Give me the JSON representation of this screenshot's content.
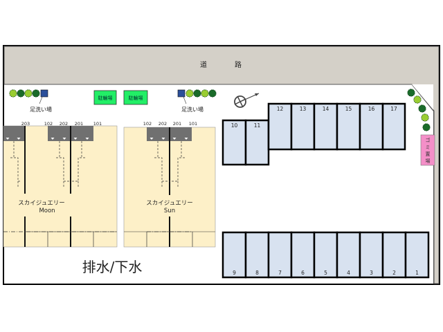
{
  "road": {
    "label_left": "道",
    "label_right": "路"
  },
  "bicycle_parking": [
    {
      "label": "駐輪場"
    },
    {
      "label": "駐輪場"
    }
  ],
  "foot_wash": [
    {
      "label": "足洗い場"
    },
    {
      "label": "足洗い場"
    }
  ],
  "buildings": [
    {
      "name_jp": "スカイジュエリー",
      "name_en": "Moon",
      "unit_labels": [
        "203",
        "102",
        "202",
        "201",
        "101"
      ]
    },
    {
      "name_jp": "スカイジュエリー",
      "name_en": "Sun",
      "unit_labels": [
        "102",
        "202",
        "201",
        "101"
      ]
    }
  ],
  "parking_top": [
    "10",
    "11",
    "12",
    "13",
    "14",
    "15",
    "16",
    "17"
  ],
  "parking_bottom": [
    "9",
    "8",
    "7",
    "6",
    "5",
    "4",
    "3",
    "2",
    "1"
  ],
  "garbage": {
    "label_chars": [
      "ゴ",
      "ミ",
      "置",
      "場"
    ]
  },
  "drainage_label": "排水/下水",
  "compass": {
    "icon": "north-arrow-compass"
  },
  "colors": {
    "road": "#d4d0c8",
    "building": "#fdf0c8",
    "parking": "#d8e2f0",
    "bike": "#22ee66",
    "footwash": "#2b4f9a",
    "tree_dark": "#1a6b2a",
    "tree_light": "#9acd32",
    "garbage": "#f48fc8",
    "balcony": "#707070"
  }
}
